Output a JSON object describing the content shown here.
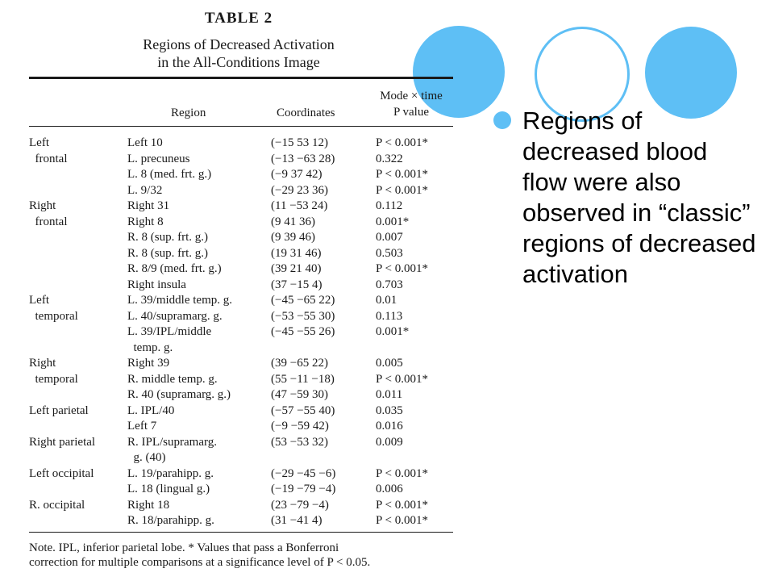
{
  "table": {
    "number": "TABLE 2",
    "caption_line1": "Regions of Decreased Activation",
    "caption_line2": "in the All-Conditions Image",
    "headers": {
      "region": "Region",
      "coordinates": "Coordinates",
      "mode_line1": "Mode × time",
      "mode_line2": "P value"
    },
    "rows": [
      {
        "group": "Left",
        "region": "Left 10",
        "coords": "(−15 53 12)",
        "p": "P < 0.001*"
      },
      {
        "group": "  frontal",
        "region": "L. precuneus",
        "coords": "(−13 −63 28)",
        "p": "0.322"
      },
      {
        "group": "",
        "region": "L. 8 (med. frt. g.)",
        "coords": "(−9 37 42)",
        "p": "P < 0.001*"
      },
      {
        "group": "",
        "region": "L. 9/32",
        "coords": "(−29 23 36)",
        "p": "P < 0.001*"
      },
      {
        "group": "Right",
        "region": "Right 31",
        "coords": "(11 −53 24)",
        "p": "0.112"
      },
      {
        "group": "  frontal",
        "region": "Right 8",
        "coords": "(9 41 36)",
        "p": "0.001*"
      },
      {
        "group": "",
        "region": "R. 8 (sup. frt. g.)",
        "coords": "(9 39 46)",
        "p": "0.007"
      },
      {
        "group": "",
        "region": "R. 8 (sup. frt. g.)",
        "coords": "(19 31 46)",
        "p": "0.503"
      },
      {
        "group": "",
        "region": "R. 8/9 (med. frt. g.)",
        "coords": "(39 21 40)",
        "p": "P < 0.001*"
      },
      {
        "group": "",
        "region": "Right insula",
        "coords": "(37 −15 4)",
        "p": "0.703"
      },
      {
        "group": "Left",
        "region": "L. 39/middle temp. g.",
        "coords": "(−45 −65 22)",
        "p": "0.01"
      },
      {
        "group": "  temporal",
        "region": "L. 40/supramarg. g.",
        "coords": "(−53 −55 30)",
        "p": "0.113"
      },
      {
        "group": "",
        "region": "L. 39/IPL/middle",
        "coords": "(−45 −55 26)",
        "p": "0.001*"
      },
      {
        "group": "",
        "region": "  temp. g.",
        "coords": "",
        "p": ""
      },
      {
        "group": "Right",
        "region": "Right 39",
        "coords": "(39 −65 22)",
        "p": "0.005"
      },
      {
        "group": "  temporal",
        "region": "R. middle temp. g.",
        "coords": "(55 −11 −18)",
        "p": "P < 0.001*"
      },
      {
        "group": "",
        "region": "R. 40 (supramarg. g.)",
        "coords": "(47 −59 30)",
        "p": "0.011"
      },
      {
        "group": "Left parietal",
        "region": "L. IPL/40",
        "coords": "(−57 −55 40)",
        "p": "0.035"
      },
      {
        "group": "",
        "region": "Left 7",
        "coords": "(−9 −59 42)",
        "p": "0.016"
      },
      {
        "group": "Right parietal",
        "region": "R. IPL/supramarg.",
        "coords": "(53 −53 32)",
        "p": "0.009"
      },
      {
        "group": "",
        "region": "  g. (40)",
        "coords": "",
        "p": ""
      },
      {
        "group": "Left occipital",
        "region": "L. 19/parahipp. g.",
        "coords": "(−29 −45 −6)",
        "p": "P < 0.001*"
      },
      {
        "group": "",
        "region": "L. 18 (lingual g.)",
        "coords": "(−19 −79 −4)",
        "p": "0.006"
      },
      {
        "group": "R. occipital",
        "region": "Right 18",
        "coords": "(23 −79 −4)",
        "p": "P < 0.001*"
      },
      {
        "group": "",
        "region": "R. 18/parahipp. g.",
        "coords": "(31 −41 4)",
        "p": "P < 0.001*"
      }
    ],
    "note_line1": "Note. IPL, inferior parietal lobe. * Values that pass a Bonferroni",
    "note_line2": "correction for multiple comparisons at a significance level of P < 0.05."
  },
  "bullet": {
    "text": "Regions of decreased blood flow were also observed in “classic” regions of decreased activation"
  },
  "colors": {
    "accent": "#5ebff5"
  }
}
